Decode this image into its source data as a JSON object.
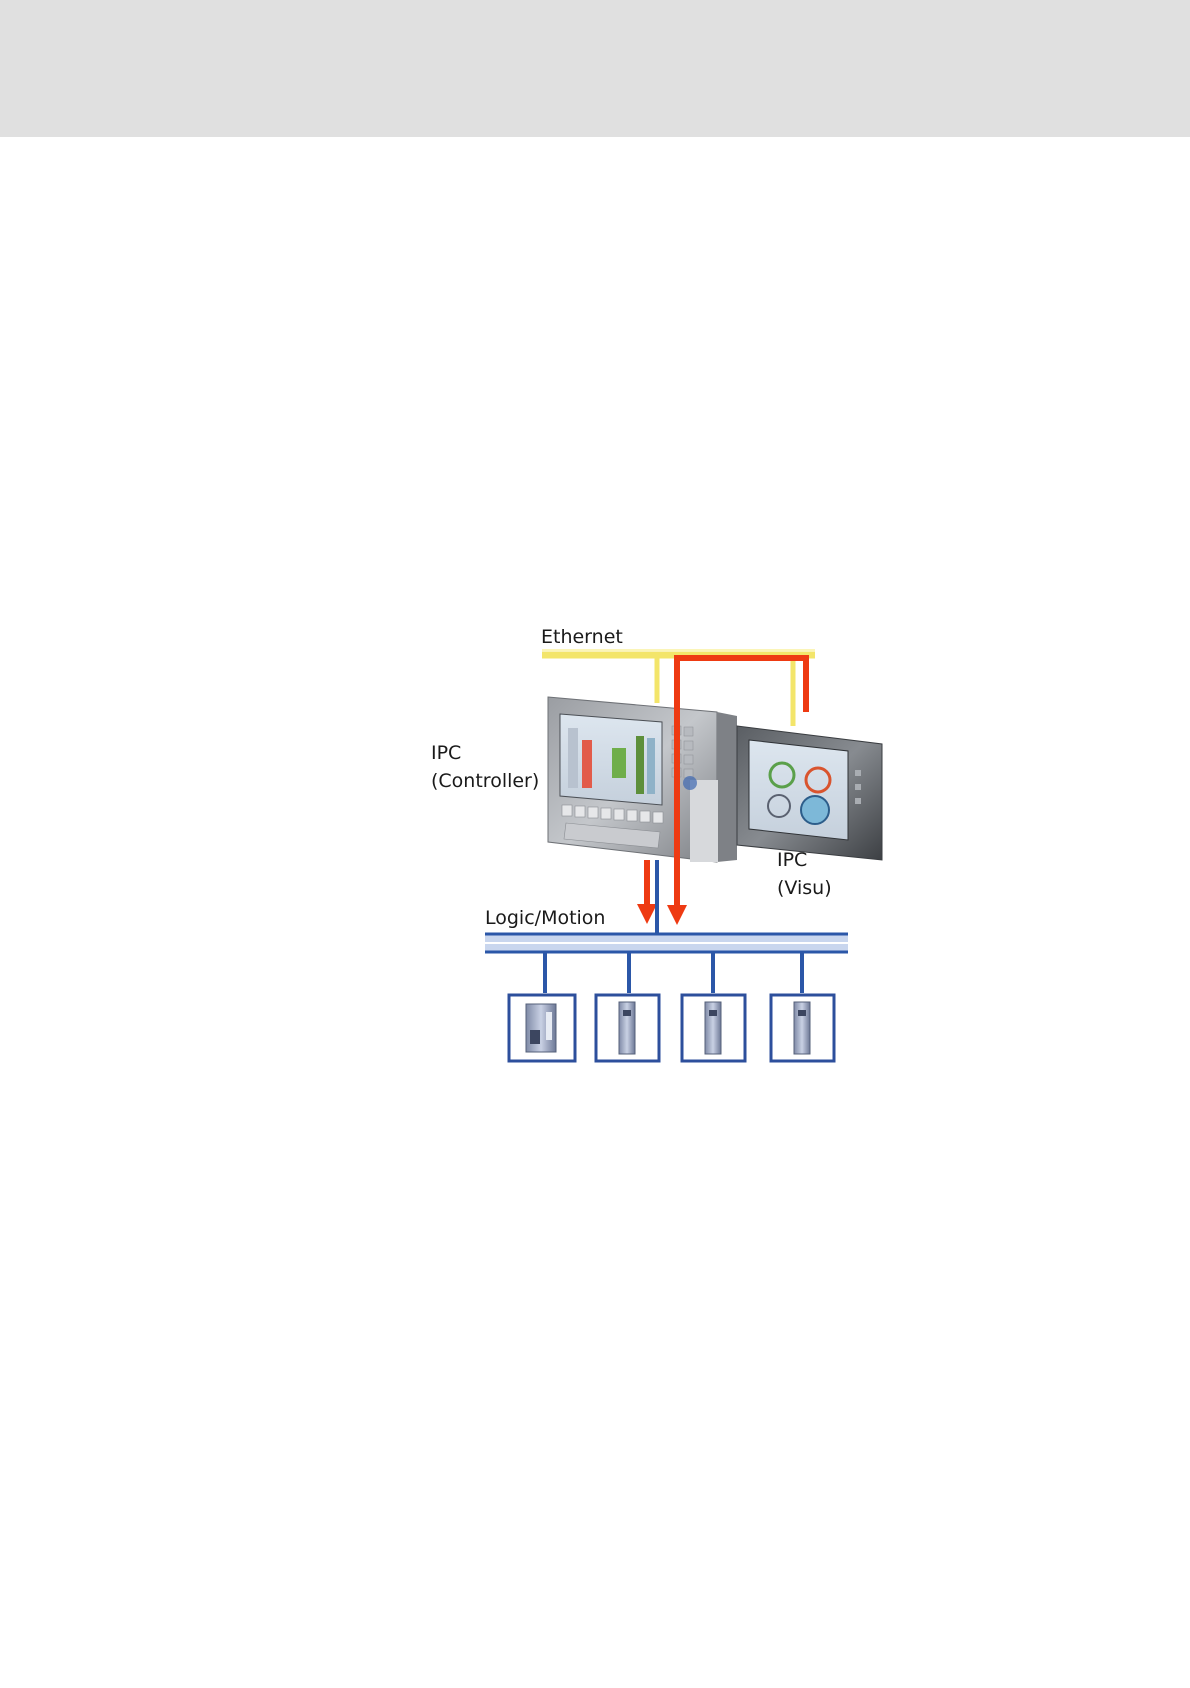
{
  "diagram": {
    "labels": {
      "ethernet": "Ethernet",
      "ipc_controller_line1": "IPC",
      "ipc_controller_line2": "(Controller)",
      "ipc_visu_line1": "IPC",
      "ipc_visu_line2": "(Visu)",
      "logic_motion": "Logic/Motion"
    },
    "colors": {
      "ethernet_bus": "#f3e56a",
      "data_flow_arrow": "#ee3a12",
      "fieldbus": "#2b57a8",
      "fieldbus_light": "#c9d6ee",
      "device_frame": "#2d4f9c",
      "top_band": "#e0e0e0"
    },
    "icons": {
      "controller_panel": "industrial-pc-with-keyboard-icon",
      "visu_panel": "industrial-pc-touch-panel-icon",
      "drive_devices": [
        "servo-inverter-icon",
        "drive-module-icon",
        "drive-module-icon",
        "drive-module-icon"
      ]
    }
  }
}
